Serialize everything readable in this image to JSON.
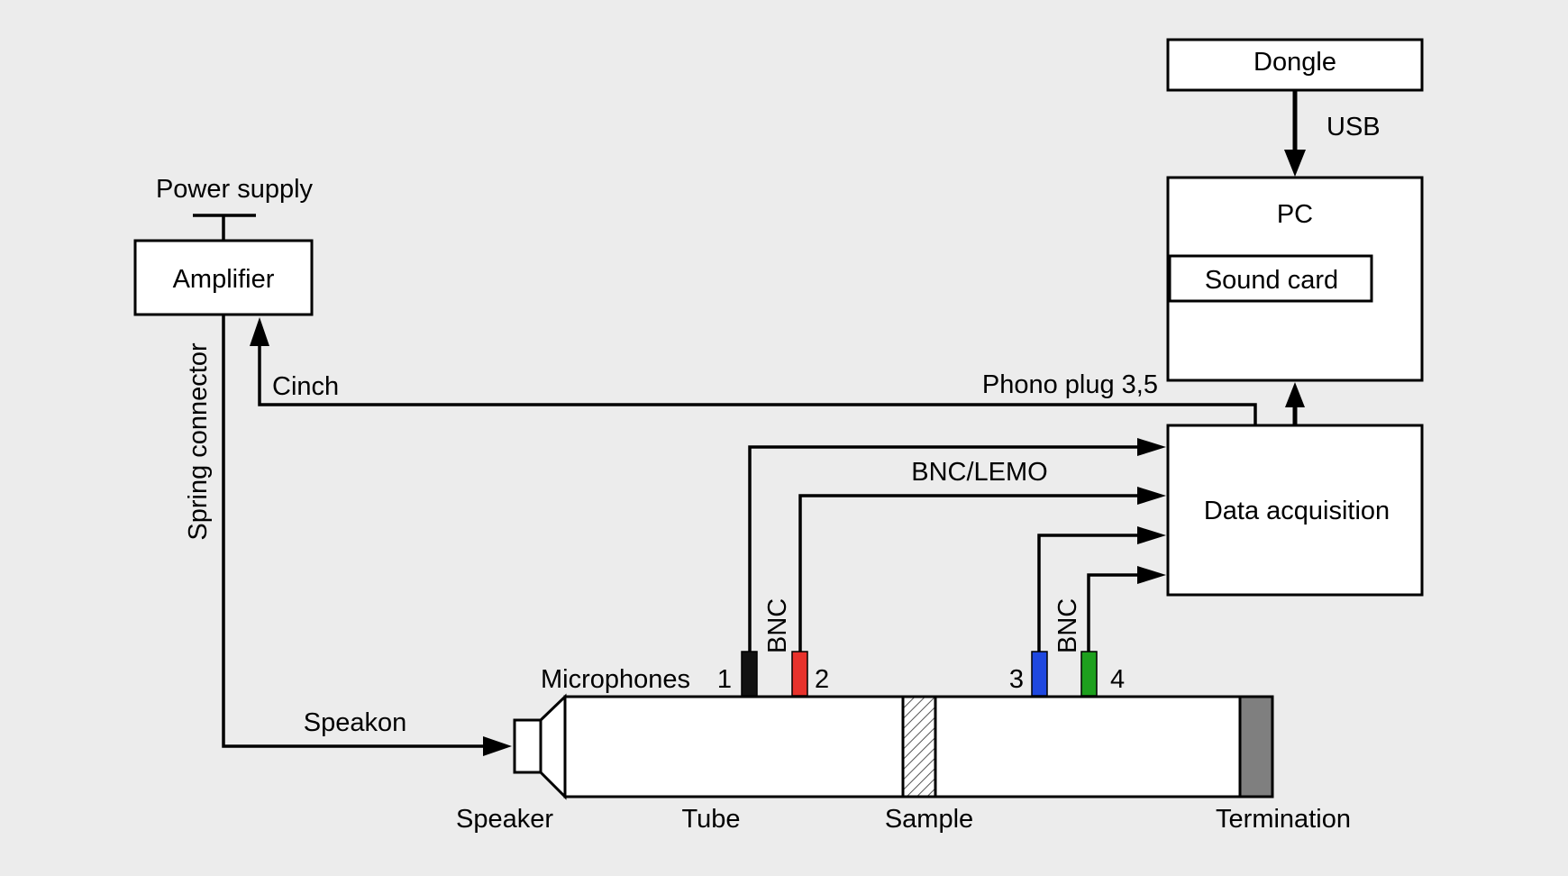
{
  "blocks": {
    "dongle": "Dongle",
    "pc": "PC",
    "sound_card": "Sound card",
    "data_acquisition": "Data acquisition",
    "amplifier": "Amplifier"
  },
  "connections": {
    "usb": "USB",
    "power_supply": "Power supply",
    "cinch": "Cinch",
    "phono_plug": "Phono plug 3,5",
    "bnc_lemo": "BNC/LEMO",
    "spring_connector": "Spring connector",
    "speakon": "Speakon"
  },
  "tube": {
    "microphones_label": "Microphones",
    "bnc_label": "BNC",
    "mic_numbers": [
      "1",
      "2",
      "3",
      "4"
    ],
    "mic_colors": [
      "#111111",
      "#e8322c",
      "#1f48e0",
      "#1ea01e"
    ],
    "termination_color": "#7f7f7f"
  },
  "parts": {
    "speaker": "Speaker",
    "tube": "Tube",
    "sample": "Sample",
    "termination": "Termination"
  }
}
